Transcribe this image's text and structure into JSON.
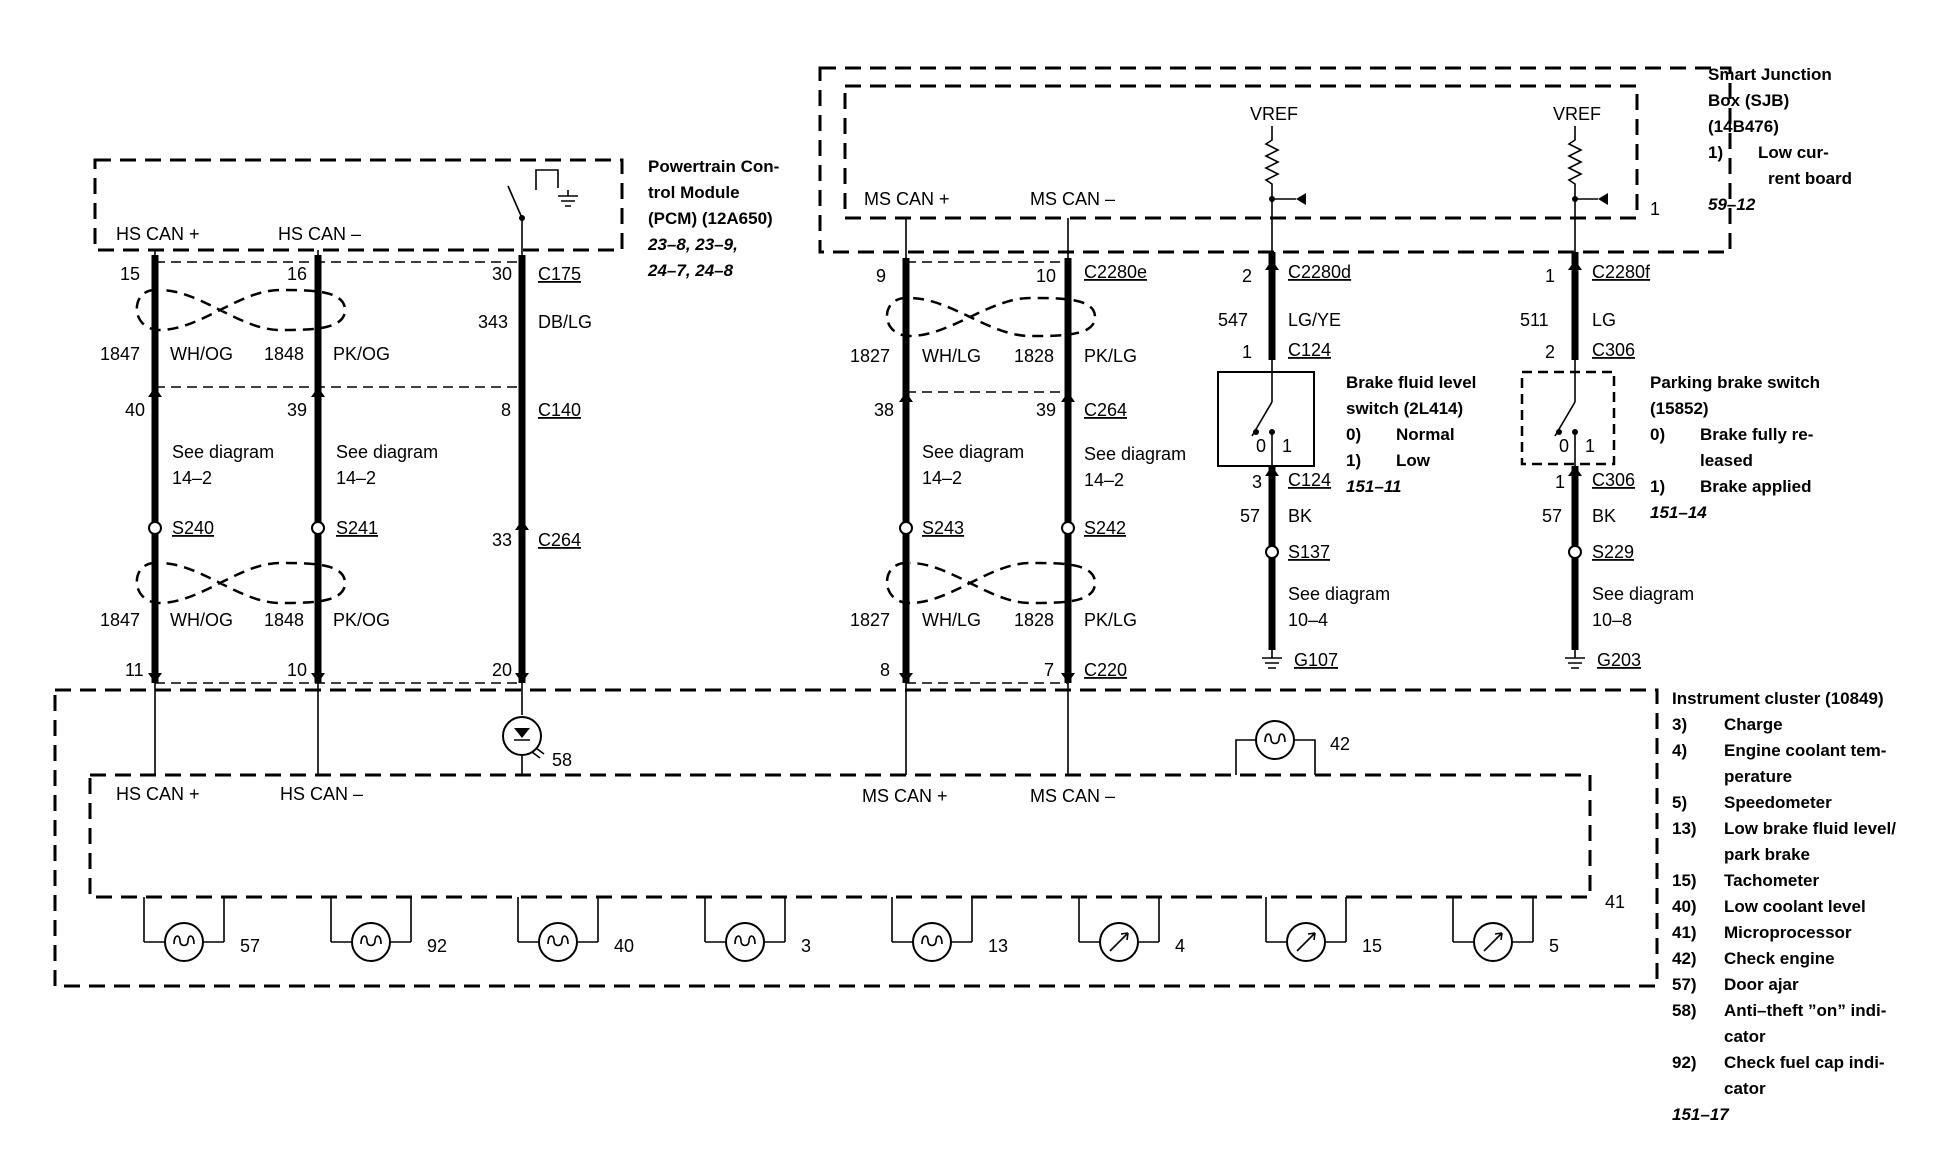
{
  "sjb": {
    "lines": [
      "Smart Junction",
      "Box (SJB)",
      "(14B476)"
    ],
    "item_num": "1)",
    "item_text": [
      "Low cur-",
      "rent board"
    ],
    "ref": "59–12",
    "pin": "1",
    "vref_left": "VREF",
    "vref_right": "VREF",
    "ms_can_plus": "MS CAN +",
    "ms_can_minus": "MS CAN –"
  },
  "pcm": {
    "lines": [
      "Powertrain Con-",
      "trol Module",
      "(PCM) (12A650)"
    ],
    "refs": [
      "23–8, 23–9,",
      "24–7, 24–8"
    ],
    "hs_can_plus": "HS CAN +",
    "hs_can_minus": "HS CAN –"
  },
  "hs": {
    "pin_top_plus": "15",
    "pin_top_minus": "16",
    "circuit_plus": "1847",
    "color_plus": "WH/OG",
    "circuit_minus": "1848",
    "color_minus": "PK/OG",
    "pin_mid_plus": "40",
    "pin_mid_minus": "39",
    "see_plus": [
      "See diagram",
      "14–2"
    ],
    "see_minus": [
      "See diagram",
      "14–2"
    ],
    "splice_plus": "S240",
    "splice_minus": "S241",
    "circuit_plus2": "1847",
    "color_plus2": "WH/OG",
    "circuit_minus2": "1848",
    "color_minus2": "PK/OG",
    "pin_bot_plus": "11",
    "pin_bot_minus": "10"
  },
  "theft": {
    "pin_top": "30",
    "conn_top": "C175",
    "circuit": "343",
    "color": "DB/LG",
    "pin_mid": "8",
    "conn_mid": "C140",
    "pin_low": "33",
    "conn_low": "C264",
    "pin_bot": "20",
    "item": "58"
  },
  "ms": {
    "pin_top_plus": "9",
    "pin_top_minus": "10",
    "conn_top": "C2280e",
    "circuit_plus": "1827",
    "color_plus": "WH/LG",
    "circuit_minus": "1828",
    "color_minus": "PK/LG",
    "pin_mid_plus": "38",
    "pin_mid_minus": "39",
    "conn_mid": "C264",
    "see_plus": [
      "See diagram",
      "14–2"
    ],
    "see_minus": [
      "See diagram",
      "14–2"
    ],
    "splice_plus": "S243",
    "splice_minus": "S242",
    "circuit_plus2": "1827",
    "color_plus2": "WH/LG",
    "circuit_minus2": "1828",
    "color_minus2": "PK/LG",
    "pin_bot_plus": "8",
    "pin_bot_minus": "7",
    "conn_bot": "C220"
  },
  "brake_fluid": {
    "pin_top": "2",
    "conn_top": "C2280d",
    "circuit": "547",
    "color": "LG/YE",
    "pin_c124": "1",
    "conn_c124": "C124",
    "lines": [
      "Brake fluid level",
      "switch (2L414)"
    ],
    "states": [
      {
        "num": "0)",
        "text": "Normal"
      },
      {
        "num": "1)",
        "text": "Low"
      }
    ],
    "sw0": "0",
    "sw1": "1",
    "pin_bot": "3",
    "conn_bot": "C124",
    "ref": "151–11",
    "gnd_circuit": "57",
    "gnd_color": "BK",
    "splice": "S137",
    "see": [
      "See diagram",
      "10–4"
    ],
    "ground": "G107"
  },
  "park_brake": {
    "pin_top": "1",
    "conn_top": "C2280f",
    "circuit": "511",
    "color": "LG",
    "pin_c306": "2",
    "conn_c306": "C306",
    "lines": [
      "Parking brake switch",
      "(15852)"
    ],
    "states": [
      {
        "num": "0)",
        "text": [
          "Brake fully re-",
          "leased"
        ]
      },
      {
        "num": "1)",
        "text": [
          "Brake applied"
        ]
      }
    ],
    "sw0": "0",
    "sw1": "1",
    "pin_bot": "1",
    "conn_bot": "C306",
    "ref": "151–14",
    "gnd_circuit": "57",
    "gnd_color": "BK",
    "splice": "S229",
    "see": [
      "See diagram",
      "10–8"
    ],
    "ground": "G203"
  },
  "cluster": {
    "title": "Instrument cluster (10849)",
    "hs_can_plus": "HS CAN +",
    "hs_can_minus": "HS CAN –",
    "ms_can_plus": "MS CAN +",
    "ms_can_minus": "MS CAN –",
    "micro_num": "41",
    "check_engine_num": "42",
    "legend": [
      {
        "num": "3)",
        "text": [
          "Charge"
        ]
      },
      {
        "num": "4)",
        "text": [
          "Engine coolant tem-",
          "perature"
        ]
      },
      {
        "num": "5)",
        "text": [
          "Speedometer"
        ]
      },
      {
        "num": "13)",
        "text": [
          "Low brake fluid level/",
          "park brake"
        ]
      },
      {
        "num": "15)",
        "text": [
          "Tachometer"
        ]
      },
      {
        "num": "40)",
        "text": [
          "Low coolant level"
        ]
      },
      {
        "num": "41)",
        "text": [
          "Microprocessor"
        ]
      },
      {
        "num": "42)",
        "text": [
          "Check engine"
        ]
      },
      {
        "num": "57)",
        "text": [
          "Door ajar"
        ]
      },
      {
        "num": "58)",
        "text": [
          "Anti–theft ”on” indi-",
          "cator"
        ]
      },
      {
        "num": "92)",
        "text": [
          "Check fuel cap indi-",
          "cator"
        ]
      }
    ],
    "ref": "151–17",
    "indicators": [
      {
        "num": "57",
        "kind": "lamp"
      },
      {
        "num": "92",
        "kind": "lamp"
      },
      {
        "num": "40",
        "kind": "lamp"
      },
      {
        "num": "3",
        "kind": "lamp"
      },
      {
        "num": "13",
        "kind": "lamp"
      },
      {
        "num": "4",
        "kind": "gauge"
      },
      {
        "num": "15",
        "kind": "gauge"
      },
      {
        "num": "5",
        "kind": "gauge"
      }
    ]
  }
}
